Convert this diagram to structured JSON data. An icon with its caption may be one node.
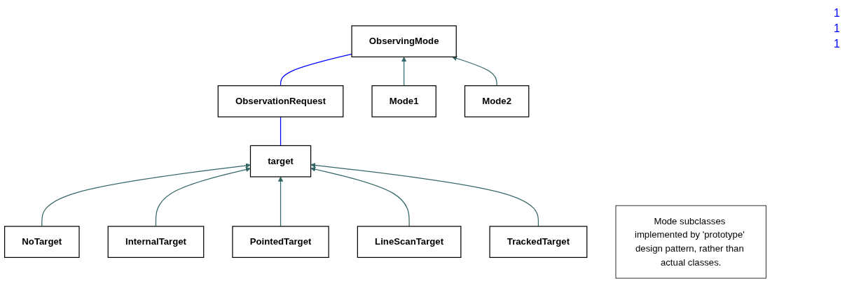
{
  "diagram": {
    "nodes": [
      {
        "text": [
          "target"
        ]
      },
      {
        "text": [
          "ObservationRequest"
        ]
      },
      {
        "text": [
          "ObservingMode"
        ]
      },
      {
        "text": [
          "NoTarget"
        ]
      },
      {
        "text": [
          "InternalTarget"
        ]
      },
      {
        "text": [
          "PointedTarget"
        ]
      },
      {
        "text": [
          "LineScanTarget"
        ]
      },
      {
        "text": [
          "TrackedTarget"
        ]
      },
      {
        "text": [
          "Mode1"
        ]
      },
      {
        "text": [
          "Mode2"
        ]
      },
      {
        "text": [
          "Mode subclasses implemented by 'prototype' design pattern, rather than actual classes."
        ]
      }
    ],
    "edges": [
      {
        "from": 0,
        "to": 1,
        "arrow": "none",
        "color": "#0000ff"
      },
      {
        "from": 1,
        "to": 2,
        "arrow": "none",
        "color": "#0000ff"
      },
      {
        "from": 3,
        "to": 0,
        "arrow": "to"
      },
      {
        "from": 4,
        "to": 0,
        "arrow": "to"
      },
      {
        "from": 5,
        "to": 0,
        "arrow": "to"
      },
      {
        "from": 6,
        "to": 0,
        "arrow": "to"
      },
      {
        "from": 7,
        "to": 0,
        "arrow": "to"
      },
      {
        "from": 8,
        "to": 2,
        "arrow": "to"
      },
      {
        "from": 9,
        "to": 2,
        "arrow": "to"
      }
    ],
    "labels": [
      "1",
      "1",
      "1"
    ]
  }
}
